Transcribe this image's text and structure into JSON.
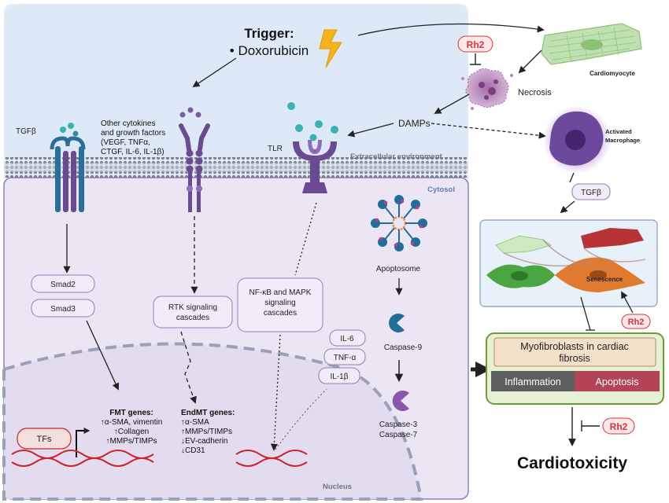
{
  "trigger": {
    "title": "Trigger:",
    "item": "• Doxorubicin"
  },
  "labels": {
    "cardiomyocyte": "Cardiomyocyte",
    "rh2": "Rh2",
    "necrosis": "Necrosis",
    "damps": "DAMPs",
    "activated_macrophage_1": "Activated",
    "activated_macrophage_2": "Macrophage",
    "tgfb_receptor": "TGFβ",
    "tlr": "TLR",
    "extracellular": "Extracellular environment",
    "cytosol": "Cytosol",
    "nucleus": "Nucleus",
    "tgfb_box": "TGFβ",
    "senescence": "Senescence",
    "apoptosome": "Apoptosome",
    "caspase9": "Caspase-9",
    "caspase3": "Caspase-3",
    "caspase7": "Caspase-7",
    "smad2": "Smad2",
    "smad3": "Smad3",
    "tfs": "TFs",
    "il6": "IL-6",
    "tnfa": "TNF-α",
    "il1b": "IL-1β",
    "cardiotoxicity": "Cardiotoxicity"
  },
  "other_cytokines": [
    "Other cytokines",
    "and growth factors",
    "(VEGF, TNFα,",
    "CTGF, IL-6, IL-1β)"
  ],
  "rtk_box": [
    "RTK signaling",
    "cascades"
  ],
  "nfkb_box": [
    "NF-κB and MAPK",
    "signaling",
    "cascades"
  ],
  "myofibroblast": {
    "title_lines": [
      "Myofibroblasts in cardiac",
      "fibrosis"
    ],
    "inflammation": "Inflammation",
    "apoptosis": "Apoptosis"
  },
  "fmt_genes": {
    "title": "FMT genes:",
    "lines": [
      "↑α-SMA, vimentin",
      "↑Collagen",
      "↑MMPs/TIMPs"
    ]
  },
  "endmt_genes": {
    "title": "EndMT genes:",
    "lines": [
      "↑α-SMA",
      "↑MMPs/TIMPs",
      "↓EV-cadherin",
      "↓CD31"
    ]
  },
  "colors": {
    "extracellular_bg": "#e4edf8",
    "cytosol_bg": "#ece6f4",
    "cytosol_border": "#8f7fb6",
    "receptor_purple": "#6a4a92",
    "tgfb_blue": "#2a6f9a",
    "ligand_teal": "#39b2b6",
    "rh2_red": "#d8333d",
    "dna_red": "#c8262f",
    "inflammation_gray": "#5e5e5e",
    "apoptosis_red": "#b34458",
    "myofib_panel": "#e5f0d4",
    "myofib_border": "#6e9a3a",
    "title_box": "#f3e0c8",
    "caspase_blue": "#1f6f99",
    "caspase_purple": "#8a58a8",
    "lightning": "#f6b31a"
  }
}
